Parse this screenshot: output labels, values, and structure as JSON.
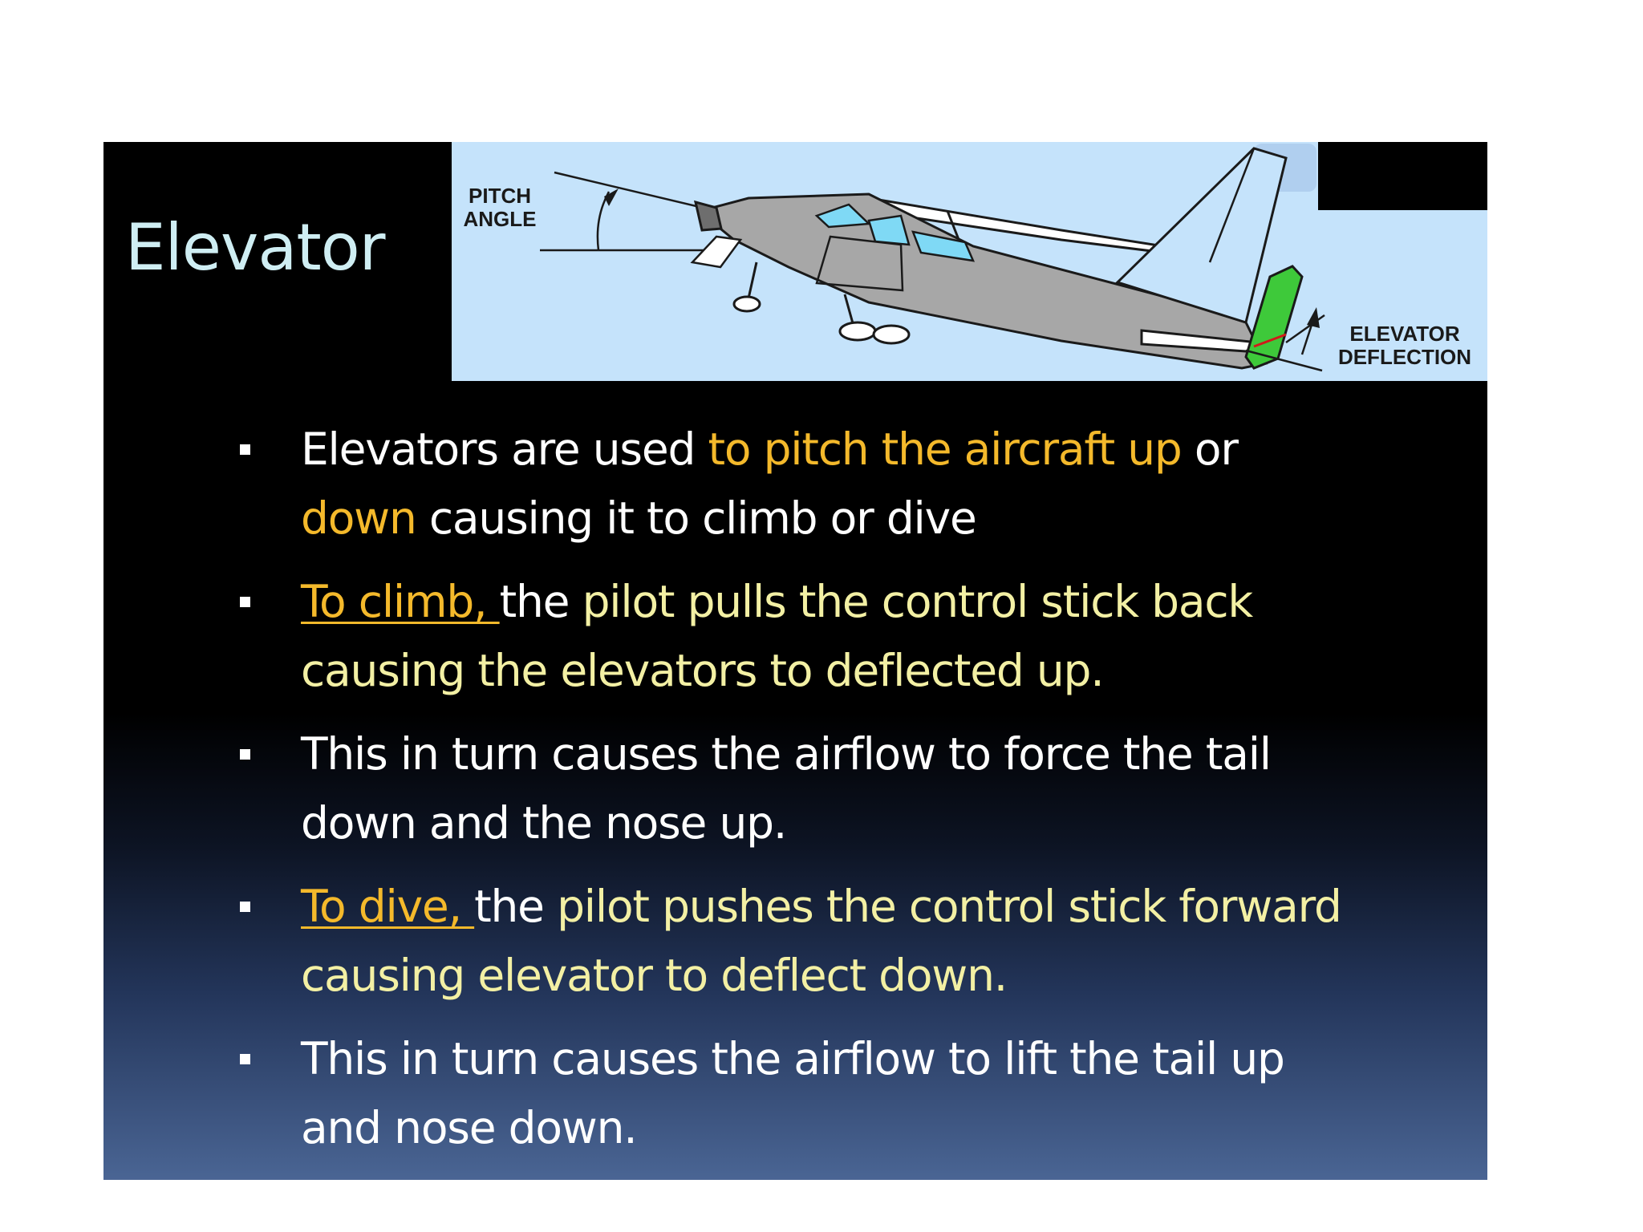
{
  "slide": {
    "title": "Elevator",
    "diagram": {
      "pitch_label": [
        "PITCH",
        "ANGLE"
      ],
      "elevator_label": [
        "ELEVATOR",
        "DEFLECTION"
      ]
    },
    "bullets": [
      {
        "segments": [
          {
            "text": "Elevators are used ",
            "style": "white"
          },
          {
            "text": "to pitch the aircraft up",
            "style": "orange"
          },
          {
            "text": " or",
            "style": "white"
          }
        ],
        "segments2": [
          {
            "text": "down",
            "style": "orange"
          },
          {
            "text": " causing it to climb or dive",
            "style": "white"
          }
        ]
      },
      {
        "segments": [
          {
            "text": "To climb, ",
            "style": "underline"
          },
          {
            "text": "the ",
            "style": "white"
          },
          {
            "text": "pilot pulls the control stick back",
            "style": "yellow"
          }
        ],
        "segments2": [
          {
            "text": "causing the elevators to deflected up.",
            "style": "yellow"
          }
        ]
      },
      {
        "segments": [
          {
            "text": "This in turn causes the airflow to force the tail",
            "style": "white"
          }
        ],
        "segments2": [
          {
            "text": "down and the nose up.",
            "style": "white"
          }
        ]
      },
      {
        "segments": [
          {
            "text": "To dive, ",
            "style": "underline"
          },
          {
            "text": "the ",
            "style": "white"
          },
          {
            "text": "pilot pushes the control stick forward",
            "style": "yellow"
          }
        ],
        "segments2": [
          {
            "text": "causing elevator to deflect down.",
            "style": "yellow"
          }
        ]
      },
      {
        "segments": [
          {
            "text": "This in turn causes the airflow to lift the tail up",
            "style": "white"
          }
        ],
        "segments2": [
          {
            "text": "and nose down.",
            "style": "white"
          }
        ]
      }
    ]
  },
  "colors": {
    "title": "#cfeef3",
    "highlight_orange": "#f4b92b",
    "highlight_yellow": "#f3f0a4",
    "diagram_background": "#c5e3fb",
    "elevator_green": "#3ec93a",
    "fuselage_gray": "#a7a7a7"
  },
  "icons": {
    "bullet": "square-bullet-icon",
    "diagram": "airplane-elevator-diagram-icon"
  }
}
